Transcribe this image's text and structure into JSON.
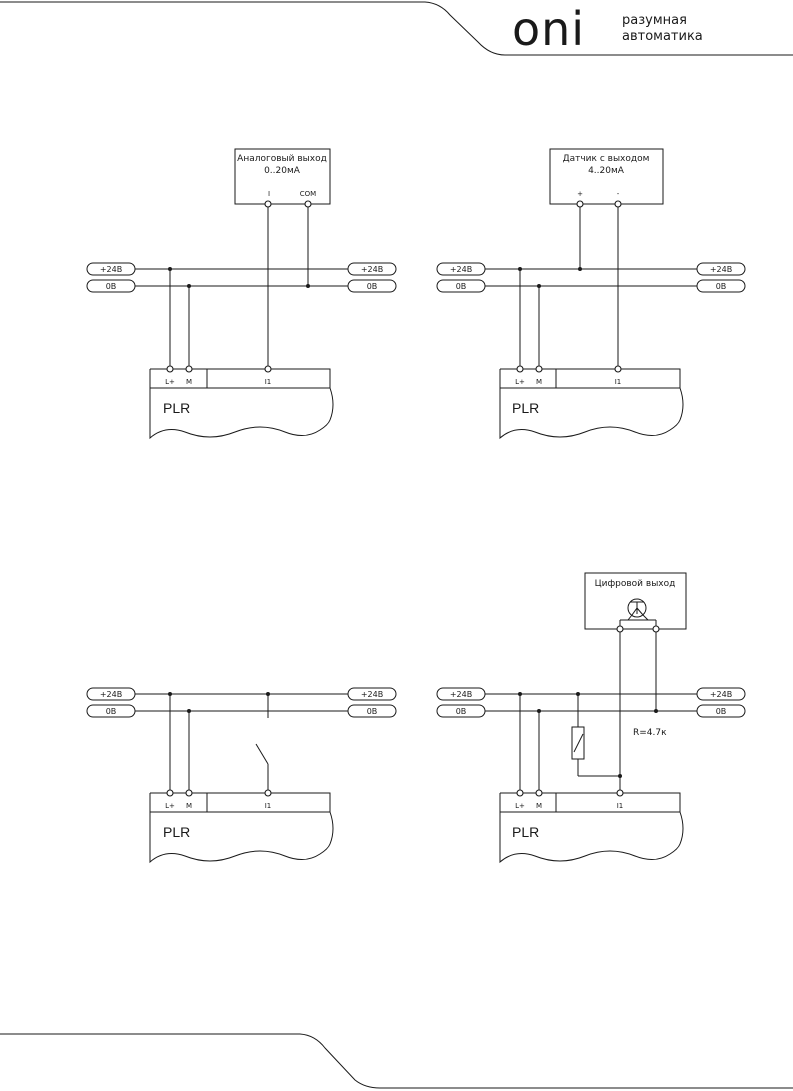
{
  "header": {
    "logo_text": "oni",
    "tagline_line1": "разумная",
    "tagline_line2": "автоматика"
  },
  "rails": {
    "plus": "+24В",
    "zero": "0В"
  },
  "plc": {
    "name": "PLR",
    "terminal_lplus": "L+",
    "terminal_m": "M",
    "terminal_i1": "I1"
  },
  "diagrams": [
    {
      "device_line1": "Аналоговый выход",
      "device_line2": "0..20мА",
      "pin_left": "I",
      "pin_right": "COM"
    },
    {
      "device_line1": "Датчик с выходом",
      "device_line2": "4..20мА",
      "pin_left": "+",
      "pin_right": "-"
    },
    {
      "device_line1": "",
      "device_line2": ""
    },
    {
      "device_line1": "Цифровой выход",
      "resistor_label": "R=4.7к"
    }
  ]
}
